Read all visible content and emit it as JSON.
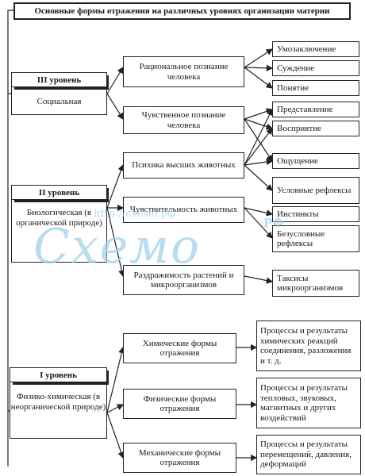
{
  "title": "Основные формы отражения на различных уровнях организации материи",
  "levels": {
    "l3": {
      "heading": "III уровень",
      "name": "Социальная"
    },
    "l2": {
      "heading": "II уровень",
      "name": "Биологическая (в органической природе)"
    },
    "l1": {
      "heading": "I уровень",
      "name": "Физико-химическая (в неорганической природе)"
    }
  },
  "middle": {
    "rational": "Рациональное познание человека",
    "sensory": "Чувственное познание человека",
    "psyche": "Психика высших животных",
    "sensitivity": "Чувствительность животных",
    "irritability": "Раздражимость растений и микроорганизмов",
    "chemical": "Химические формы отражения",
    "physical": "Физические формы отражения",
    "mechanical": "Механические формы отражения"
  },
  "right": {
    "inference": "Умозаключение",
    "judgment": "Суждение",
    "concept": "Понятие",
    "representation": "Представление",
    "perception": "Восприятие",
    "sensation": "Ощущение",
    "conditioned": "Условные рефлексы",
    "instincts": "Инстинкты",
    "unconditioned": "Безусловные рефлексы",
    "taxis": "Таксисы микроорганизмов",
    "chem_result": "Процессы и результаты химических реакций соединения, разложения и т. д.",
    "phys_result": "Процессы и результаты тепловых, звуковых, магнитных и других воздействий",
    "mech_result": "Процессы и результаты перемещений, давления, деформаций"
  },
  "watermark": {
    "url": "http://схемо.рф",
    "brand": "Схемо",
    "suffix": "РФ"
  }
}
